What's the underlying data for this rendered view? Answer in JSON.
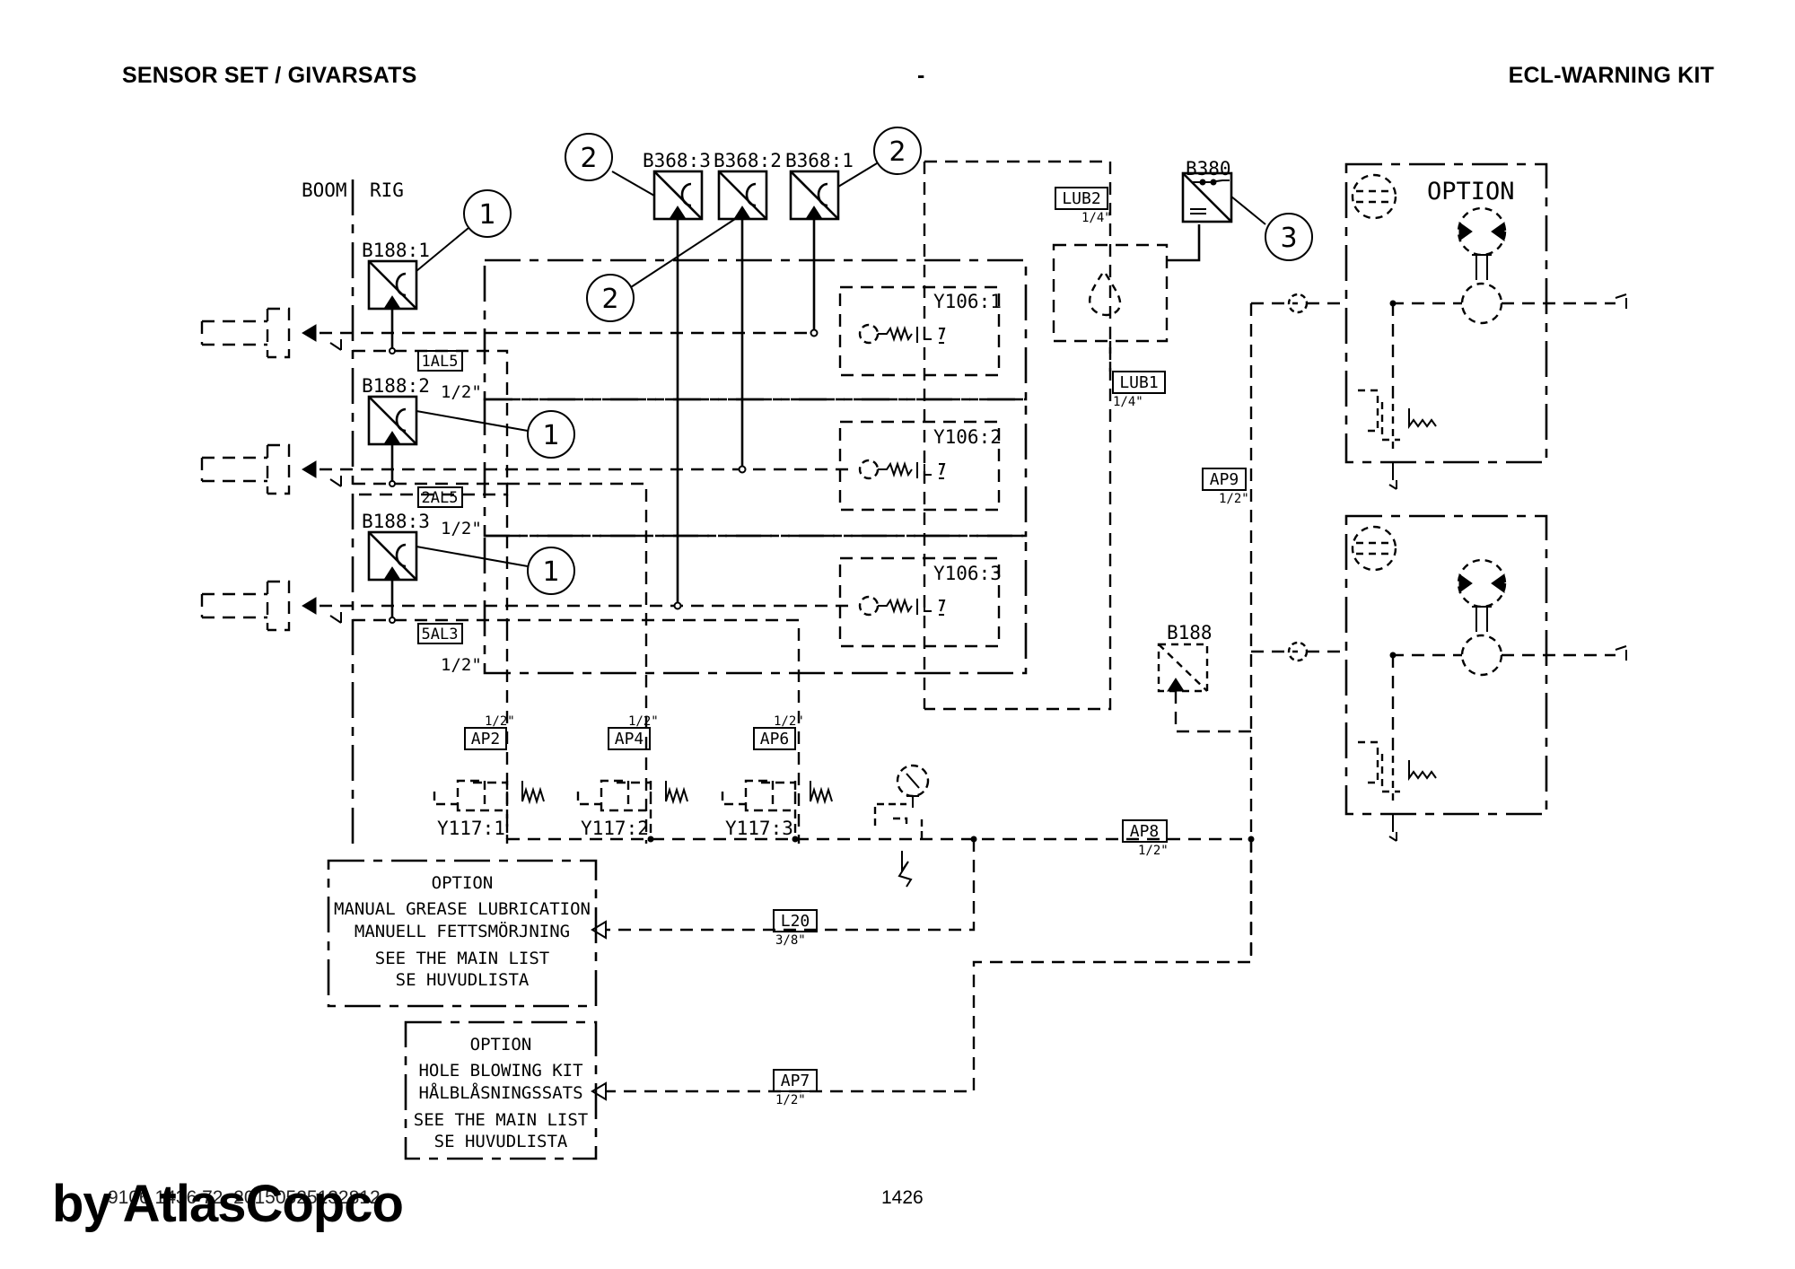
{
  "header": {
    "left": "SENSOR SET / GIVARSATS",
    "center": "-",
    "right": "ECL-WARNING KIT"
  },
  "footer": {
    "doc_number": "9106 1436 72_20150525132812",
    "page_number": "1426",
    "watermark": "by AtlasCopco"
  },
  "zones": {
    "boom": "BOOM",
    "rig": "RIG"
  },
  "sensors": {
    "b188_1": "B188:1",
    "b188_2": "B188:2",
    "b188_3": "B188:3",
    "b368_3": "B368:3",
    "b368_2": "B368:2",
    "b368_1": "B368:1",
    "b380": "B380",
    "b188": "B188"
  },
  "valves": {
    "y106_1": "Y106:1",
    "y106_2": "Y106:2",
    "y106_3": "Y106:3",
    "y117_1": "Y117:1",
    "y117_2": "Y117:2",
    "y117_3": "Y117:3"
  },
  "ports": [
    {
      "id": "1AL5",
      "size": "1/2\""
    },
    {
      "id": "2AL5",
      "size": "1/2\""
    },
    {
      "id": "5AL3",
      "size": "1/2\""
    },
    {
      "id": "AP2",
      "size": "1/2\""
    },
    {
      "id": "AP4",
      "size": "1/2\""
    },
    {
      "id": "AP6",
      "size": "1/2\""
    },
    {
      "id": "AP8",
      "size": "1/2\""
    },
    {
      "id": "AP9",
      "size": "1/2\""
    },
    {
      "id": "AP7",
      "size": "1/2\""
    },
    {
      "id": "L20",
      "size": "3/8\""
    },
    {
      "id": "LUB1",
      "size": "1/4\""
    },
    {
      "id": "LUB2",
      "size": "1/4\""
    }
  ],
  "callouts": {
    "sensor_b188": "1",
    "sensor_b368": "2",
    "sensor_b380": "3"
  },
  "option_boxes": {
    "right_label": "OPTION",
    "grease": {
      "title": "OPTION",
      "line1": "MANUAL GREASE LUBRICATION",
      "line2": "MANUELL FETTSMÖRJNING",
      "line3": "SEE THE MAIN LIST",
      "line4": "SE HUVUDLISTA"
    },
    "hole_blowing": {
      "title": "OPTION",
      "line1": "HOLE BLOWING KIT",
      "line2": "HÅLBLÅSNINGSSATS",
      "line3": "SEE THE MAIN LIST",
      "line4": "SE HUVUDLISTA"
    }
  }
}
